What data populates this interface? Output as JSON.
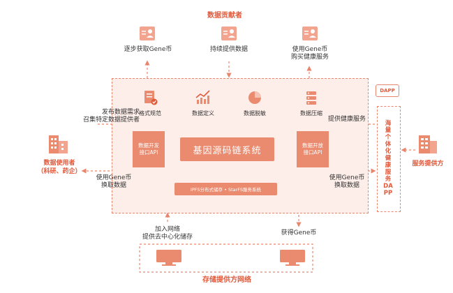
{
  "top_title": "数据贡献者",
  "top_items": [
    {
      "label": "逐步获取Gene币"
    },
    {
      "label": "持续提供数据"
    },
    {
      "label_line1": "使用Gene币",
      "label_line2": "购买健康服务"
    }
  ],
  "functions": [
    {
      "label": "格式规范"
    },
    {
      "label": "数据定义"
    },
    {
      "label": "数据脱敏"
    },
    {
      "label": "数据压缩"
    }
  ],
  "core": {
    "main_title": "基因源码链系统",
    "left_api_line1": "数据开发",
    "left_api_line2": "接口API",
    "right_api_line1": "数据开放",
    "right_api_line2": "接口API",
    "storage_bar": "IPFS分布式储存 • StarFS服务系统"
  },
  "left_actor": {
    "title_line1": "数据使用者",
    "title_line2": "（科研、药企）"
  },
  "left_notes": {
    "publish_line1": "发布数据需求",
    "publish_line2": "召集特定数据提供者",
    "exchange_line1": "使用Gene币",
    "exchange_line2": "换取数据"
  },
  "right_notes": {
    "provide_health": "提供健康服务",
    "exchange_line1": "使用Gene币",
    "exchange_line2": "换取数据"
  },
  "dapp": {
    "badge": "DAPP",
    "vertical_text": "海量个体化健康服务DAPP"
  },
  "right_actor": {
    "title": "服务提供方"
  },
  "bottom": {
    "title": "存储提供方网络",
    "left_line1": "加入网络",
    "left_line2": "提供去中心化储存",
    "right": "获得Gene币"
  },
  "colors": {
    "accent": "#e8866d",
    "accent_dark": "#e05a3c",
    "panel_fill": "#fdeee9"
  }
}
